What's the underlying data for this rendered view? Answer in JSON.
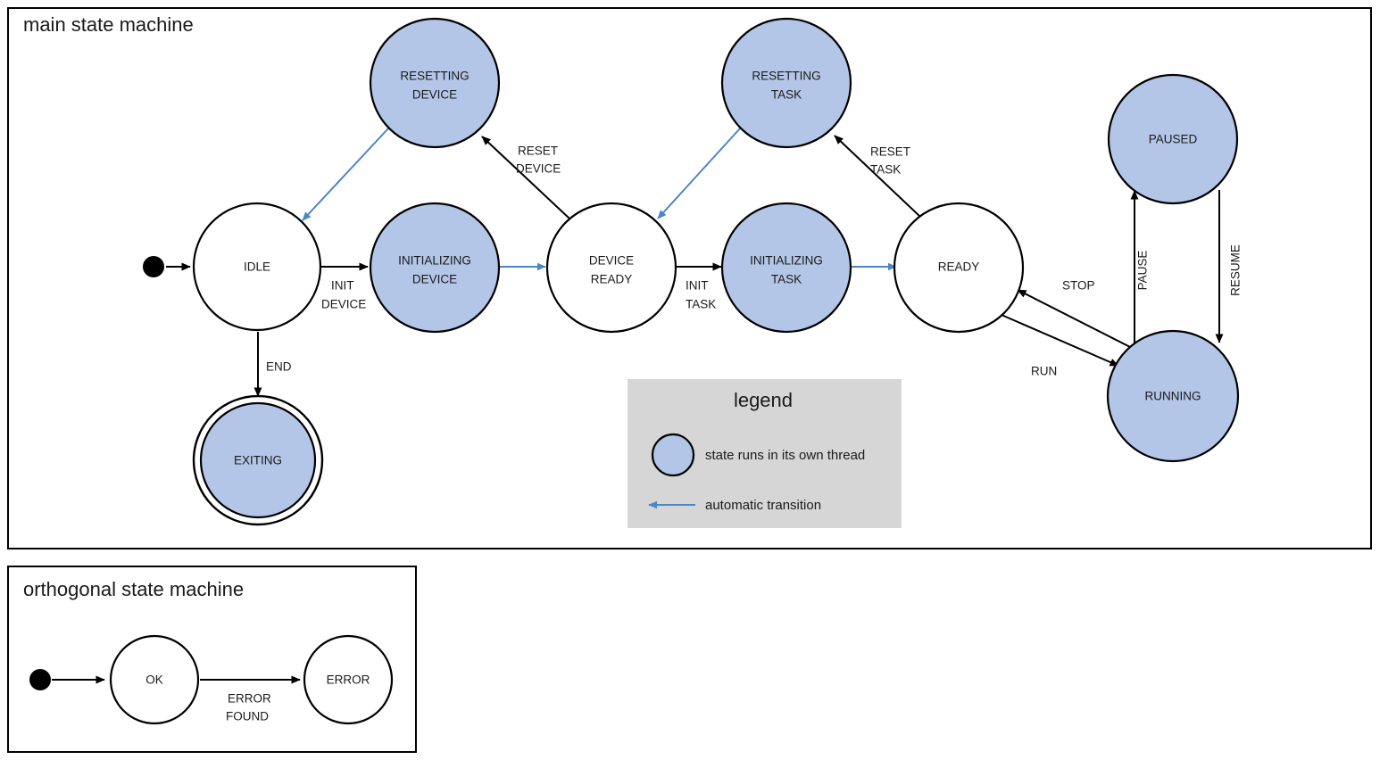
{
  "colors": {
    "thread_state_fill": "#b3c6e7",
    "auto_transition": "#4a86c8",
    "legend_bg": "#d6d6d6",
    "stroke": "#000000",
    "canvas": "#ffffff"
  },
  "main_machine": {
    "title": "main state machine",
    "states": [
      {
        "id": "idle",
        "label_line1": "IDLE",
        "label_line2": "",
        "threaded": false,
        "final": false
      },
      {
        "id": "resetting-device",
        "label_line1": "RESETTING",
        "label_line2": "DEVICE",
        "threaded": true,
        "final": false
      },
      {
        "id": "initializing-device",
        "label_line1": "INITIALIZING",
        "label_line2": "DEVICE",
        "threaded": true,
        "final": false
      },
      {
        "id": "device-ready",
        "label_line1": "DEVICE",
        "label_line2": "READY",
        "threaded": false,
        "final": false
      },
      {
        "id": "resetting-task",
        "label_line1": "RESETTING",
        "label_line2": "TASK",
        "threaded": true,
        "final": false
      },
      {
        "id": "initializing-task",
        "label_line1": "INITIALIZING",
        "label_line2": "TASK",
        "threaded": true,
        "final": false
      },
      {
        "id": "ready",
        "label_line1": "READY",
        "label_line2": "",
        "threaded": false,
        "final": false
      },
      {
        "id": "paused",
        "label_line1": "PAUSED",
        "label_line2": "",
        "threaded": true,
        "final": false
      },
      {
        "id": "running",
        "label_line1": "RUNNING",
        "label_line2": "",
        "threaded": true,
        "final": false
      },
      {
        "id": "exiting",
        "label_line1": "EXITING",
        "label_line2": "",
        "threaded": true,
        "final": true
      }
    ],
    "transitions": [
      {
        "id": "start-idle",
        "from": "initial",
        "to": "idle",
        "label_line1": "",
        "label_line2": "",
        "auto": false
      },
      {
        "id": "idle-init-device",
        "from": "idle",
        "to": "initializing-device",
        "label_line1": "INIT",
        "label_line2": "DEVICE",
        "auto": false
      },
      {
        "id": "idle-end",
        "from": "idle",
        "to": "exiting",
        "label_line1": "END",
        "label_line2": "",
        "auto": false
      },
      {
        "id": "initdev-devready",
        "from": "initializing-device",
        "to": "device-ready",
        "label_line1": "",
        "label_line2": "",
        "auto": true
      },
      {
        "id": "devready-resetdev",
        "from": "device-ready",
        "to": "resetting-device",
        "label_line1": "RESET",
        "label_line2": "DEVICE",
        "auto": false
      },
      {
        "id": "resetdev-idle",
        "from": "resetting-device",
        "to": "idle",
        "label_line1": "",
        "label_line2": "",
        "auto": true
      },
      {
        "id": "devready-inittask",
        "from": "device-ready",
        "to": "initializing-task",
        "label_line1": "INIT",
        "label_line2": "TASK",
        "auto": false
      },
      {
        "id": "inittask-ready",
        "from": "initializing-task",
        "to": "ready",
        "label_line1": "",
        "label_line2": "",
        "auto": true
      },
      {
        "id": "ready-resettask",
        "from": "ready",
        "to": "resetting-task",
        "label_line1": "RESET",
        "label_line2": "TASK",
        "auto": false
      },
      {
        "id": "resettask-devready",
        "from": "resetting-task",
        "to": "device-ready",
        "label_line1": "",
        "label_line2": "",
        "auto": true
      },
      {
        "id": "ready-run",
        "from": "ready",
        "to": "running",
        "label_line1": "RUN",
        "label_line2": "",
        "auto": false
      },
      {
        "id": "running-stop",
        "from": "running",
        "to": "ready",
        "label_line1": "STOP",
        "label_line2": "",
        "auto": false
      },
      {
        "id": "running-pause",
        "from": "running",
        "to": "paused",
        "label_line1": "PAUSE",
        "label_line2": "",
        "auto": false
      },
      {
        "id": "paused-resume",
        "from": "paused",
        "to": "running",
        "label_line1": "RESUME",
        "label_line2": "",
        "auto": false
      }
    ]
  },
  "legend": {
    "title": "legend",
    "items": [
      {
        "id": "thread-state",
        "glyph": "filled-circle",
        "text": "state runs in its own thread"
      },
      {
        "id": "auto-arrow",
        "glyph": "left-arrow",
        "text": "automatic transition"
      }
    ]
  },
  "orthogonal_machine": {
    "title": "orthogonal state machine",
    "states": [
      {
        "id": "ok",
        "label_line1": "OK",
        "label_line2": ""
      },
      {
        "id": "error",
        "label_line1": "ERROR",
        "label_line2": ""
      }
    ],
    "transitions": [
      {
        "id": "start-ok",
        "from": "initial",
        "to": "ok",
        "label_line1": "",
        "label_line2": ""
      },
      {
        "id": "ok-error",
        "from": "ok",
        "to": "error",
        "label_line1": "ERROR",
        "label_line2": "FOUND"
      }
    ]
  }
}
